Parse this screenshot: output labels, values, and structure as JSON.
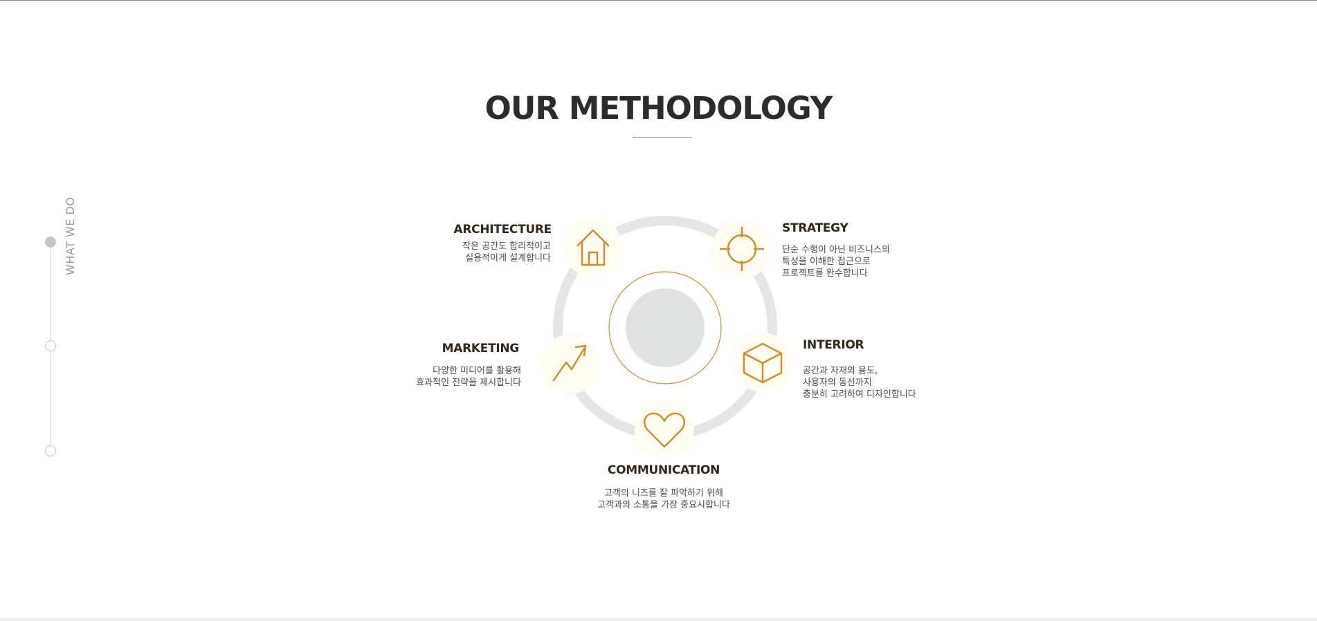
{
  "section": {
    "title": "OUR METHODOLOGY"
  },
  "side_nav": {
    "label": "WHAT WE DO",
    "active_index": 0
  },
  "colors": {
    "accent": "#d58a28",
    "ring": "#e4e5e5",
    "center": "#e0e1e1",
    "title": "#2c2c2c"
  },
  "items": [
    {
      "key": "architecture",
      "icon": "house-icon",
      "title": "ARCHITECTURE",
      "lines": [
        "작은 공간도 합리적이고",
        "실용적이게 설계합니다"
      ]
    },
    {
      "key": "strategy",
      "icon": "crosshair-icon",
      "title": "STRATEGY",
      "lines": [
        "단순 수행이 아닌 비즈니스의",
        "특성을 이해한 접근으로",
        "프로젝트를 완수합니다"
      ]
    },
    {
      "key": "marketing",
      "icon": "trend-up-icon",
      "title": "MARKETING",
      "lines": [
        "다양한 미디어를 활용해",
        "효과적인 전략을 제시합니다"
      ]
    },
    {
      "key": "interior",
      "icon": "box-icon",
      "title": "INTERIOR",
      "lines": [
        "공간과 자재의 용도,",
        "사용자의 동선까지",
        "충분히 고려하여 디자인합니다"
      ]
    },
    {
      "key": "communication",
      "icon": "heart-icon",
      "title": "COMMUNICATION",
      "lines": [
        "고객의 니즈를 잘 파악하기 위해",
        "고객과의 소통을 가장 중요시합니다"
      ]
    }
  ]
}
